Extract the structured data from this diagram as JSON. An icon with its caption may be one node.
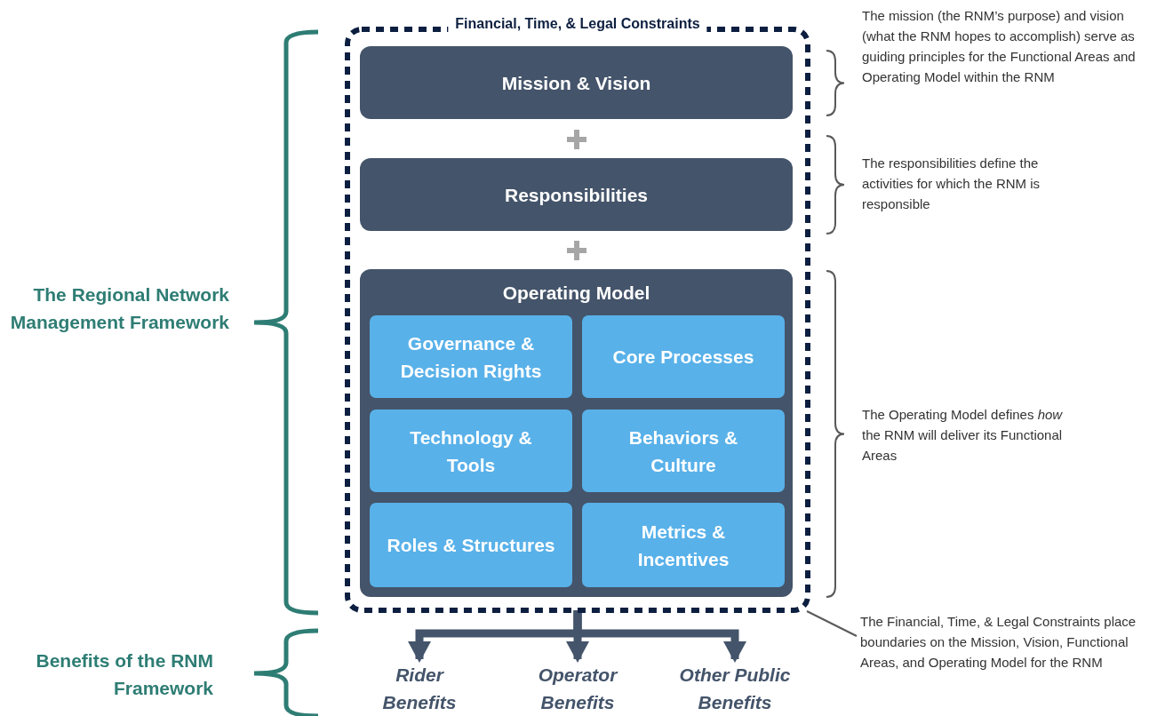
{
  "diagram": {
    "nodes": [
      {
        "text": [
          "Financial, Time, & Legal Constraints"
        ]
      },
      {
        "text": [
          "Mission & Vision"
        ],
        "in": 0
      },
      {
        "text": [
          "Responsibilities"
        ],
        "in": 0
      },
      {
        "text": [
          "Operating Model"
        ],
        "in": 0
      },
      {
        "text": [
          "Governance & Decision Rights"
        ],
        "in": 3
      },
      {
        "text": [
          "Core Processes"
        ],
        "in": 3
      },
      {
        "text": [
          "Technology & Tools"
        ],
        "in": 3
      },
      {
        "text": [
          "Behaviors & Culture"
        ],
        "in": 3
      },
      {
        "text": [
          "Roles & Structures"
        ],
        "in": 3
      },
      {
        "text": [
          "Metrics & Incentives"
        ],
        "in": 3
      },
      {
        "text": [
          "Rider Benefits"
        ]
      },
      {
        "text": [
          "Operator Benefits"
        ]
      },
      {
        "text": [
          "Other Public Benefits"
        ]
      },
      {
        "text": [
          "The Financial, Time, & Legal Constraints place boundaries on the Mission, Vision, Functional Areas, and Operating Model for the RNM"
        ]
      }
    ],
    "edges": [
      {
        "from": 0,
        "to": 10,
        "arrow": "to"
      },
      {
        "from": 0,
        "to": 11,
        "arrow": "to"
      },
      {
        "from": 0,
        "to": 12,
        "arrow": "to"
      },
      {
        "from": 13,
        "to": 0,
        "arrow": "none",
        "color": "#595959"
      }
    ],
    "labels": [
      "The mission (the RNM’s purpose) and vision (what the RNM hopes to accomplish) serve as guiding principles for the Functional Areas and Operating Model within the RNM",
      "The responsibilities define the activities for which the RNM is responsible",
      "The Regional Network Management Framework",
      "The Operating Model defines *how* the RNM will deliver its Functional Areas",
      "Benefits of the RNM Framework"
    ]
  }
}
